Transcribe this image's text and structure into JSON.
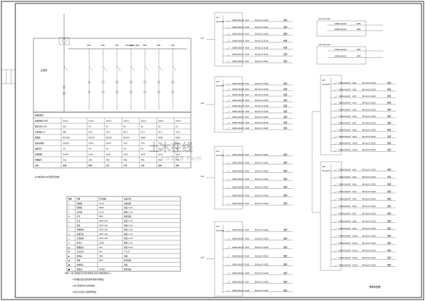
{
  "main_panel": {
    "board_label": "TM-1 400V BUS",
    "side_label": "主进线",
    "bus_tags": [
      "1WL",
      "2WL",
      "3WL",
      "4WL",
      "5WL",
      "6WL",
      "7WL"
    ]
  },
  "spec_table": {
    "title_row": "配电柜编号",
    "rows": [
      {
        "label": "配电柜编号/型号",
        "cells": [
          "GGD-1",
          "GGD-1",
          "GGD-1",
          "GGD-1",
          "GGD-1",
          "GGD-1",
          "GGD-1"
        ]
      },
      {
        "label": "额定功率 (kW)",
        "cells": [
          "630",
          "45",
          "42",
          "36",
          "30",
          "28",
          "22"
        ]
      },
      {
        "label": "计算电流 (A)",
        "cells": [
          "980",
          "85.2",
          "79.8",
          "68.4",
          "57.0",
          "53.2",
          "41.8"
        ]
      },
      {
        "label": "断路器",
        "cells": [
          "NS1000",
          "NS100",
          "NS100",
          "NS100",
          "NS80",
          "NS80",
          "NS63"
        ]
      },
      {
        "label": "电流互感器",
        "cells": [
          "1000/5",
          "100/5",
          "100/5",
          "75/5",
          "75/5",
          "75/5",
          "50/5"
        ]
      },
      {
        "label": "电缆型号",
        "cells": [
          "YJV",
          "YJV",
          "YJV",
          "YJV",
          "YJV",
          "YJV",
          "YJV"
        ]
      },
      {
        "label": "出线规格",
        "cells": [
          "4x240",
          "4x35",
          "4x35",
          "4x25",
          "4x25",
          "4x16",
          "4x16"
        ]
      },
      {
        "label": "回路编号",
        "cells": [
          "1WL",
          "2WL",
          "3WL",
          "4WL",
          "5WL",
          "6WL",
          "7WL"
        ]
      },
      {
        "label": "用途",
        "cells": [
          "进线",
          "照明",
          "动力",
          "空调",
          "水泵",
          "备用",
          "备用"
        ]
      }
    ],
    "note": "注:本柜参照GGD型低压配电柜"
  },
  "legend_table": {
    "headers": [
      "图例",
      "名称",
      "型号规格",
      "安装方式"
    ],
    "rows": [
      [
        "▭",
        "配电箱",
        "XL-21",
        "落地安装"
      ],
      [
        "▭",
        "照明箱",
        "PZ30",
        "暗装 1.5m"
      ],
      [
        "▭",
        "动力箱",
        "XL-21",
        "明装 1.2m"
      ],
      [
        "⊗",
        "灯具",
        "40W",
        "吸顶安装"
      ],
      [
        "○",
        "开关",
        "250V 10A",
        "暗装 1.3m"
      ],
      [
        "◯",
        "插座",
        "250V 10A",
        "暗装 0.3m"
      ],
      [
        "◇",
        "单相插座",
        "250V 16A",
        "暗装 1.8m"
      ],
      [
        "□",
        "双联开关",
        "250V 10A",
        "暗装 1.3m"
      ],
      [
        "△",
        "空调插座",
        "250V 16A",
        "暗装 2.2m"
      ],
      [
        "✕",
        "应急灯",
        "2x8W",
        "壁装 2.5m"
      ],
      [
        "▲",
        "疏散指示",
        "1W",
        "暗装 0.5m"
      ],
      [
        "▼",
        "出口标志",
        "1W",
        "门上方"
      ],
      [
        "◐",
        "排风扇",
        "40W",
        "墙装"
      ],
      [
        "◑",
        "吊扇",
        "60W",
        "吸顶安装"
      ],
      [
        "●",
        "接地端子",
        "",
        "墙装"
      ],
      [
        "■",
        "电度表",
        "DD862",
        "箱内安装"
      ]
    ]
  },
  "notes": [
    "说明: 1.本工程电源引自室外变电所,采用YJV电缆埋地引入。",
    "2.配电箱安装高度见图例,电缆穿管敷设。",
    "3.本工程采用TN-S接地系统。",
    "4.施工时应配合土建预埋管线。"
  ],
  "right_panel": {
    "left_groups": [
      {
        "name": "AL1",
        "feed": "YJV-4x35",
        "circuits": [
          "WL1",
          "WL2",
          "WL3",
          "WL4",
          "WL5",
          "WL6",
          "WL7"
        ]
      },
      {
        "name": "AL2",
        "feed": "YJV-4x25",
        "circuits": [
          "WL1",
          "WL2",
          "WL3",
          "WL4",
          "WL5",
          "WL6",
          "WL7",
          "WL8",
          "WL9"
        ]
      },
      {
        "name": "AL3",
        "feed": "YJV-4x25",
        "circuits": [
          "WL1",
          "WL2",
          "WL3",
          "WL4",
          "WL5",
          "WL6",
          "WL7"
        ]
      },
      {
        "name": "AL4",
        "feed": "YJV-4x16",
        "circuits": [
          "WL1",
          "WL2",
          "WL3",
          "WL4",
          "WL5",
          "WL6",
          "WL7",
          "WL8"
        ]
      }
    ],
    "right_top": {
      "name": "AP1",
      "feed": "YJV-4x10",
      "circuits": [
        "WP1",
        "WP2"
      ]
    },
    "right_mid": {
      "name": "AP2",
      "feed": "YJV-4x10",
      "circuits": [
        "WP1",
        "WP2"
      ]
    },
    "right_big": [
      {
        "name": "AL5",
        "feed": "YJV-4x25",
        "circuits": [
          "WL1",
          "WL2",
          "WL3",
          "WL4",
          "WL5",
          "WL6",
          "WL7",
          "WL8",
          "WL9",
          "WL10",
          "WL11"
        ]
      },
      {
        "name": "AL6",
        "feed": "YJV-4x25",
        "circuits": [
          "WL1",
          "WL2",
          "WL3",
          "WL4",
          "WL5",
          "WL6",
          "WL7",
          "WL8",
          "WL9",
          "WL10",
          "WL11",
          "WL12",
          "WL13",
          "WL14"
        ]
      }
    ],
    "breaker_text": "C65N-16A/1P",
    "cable_text": "BV-3x2.5 SC20",
    "load_text": "照明",
    "title": "照明系统图"
  },
  "watermark": {
    "main": "土木在线",
    "sub": "co188.com"
  }
}
